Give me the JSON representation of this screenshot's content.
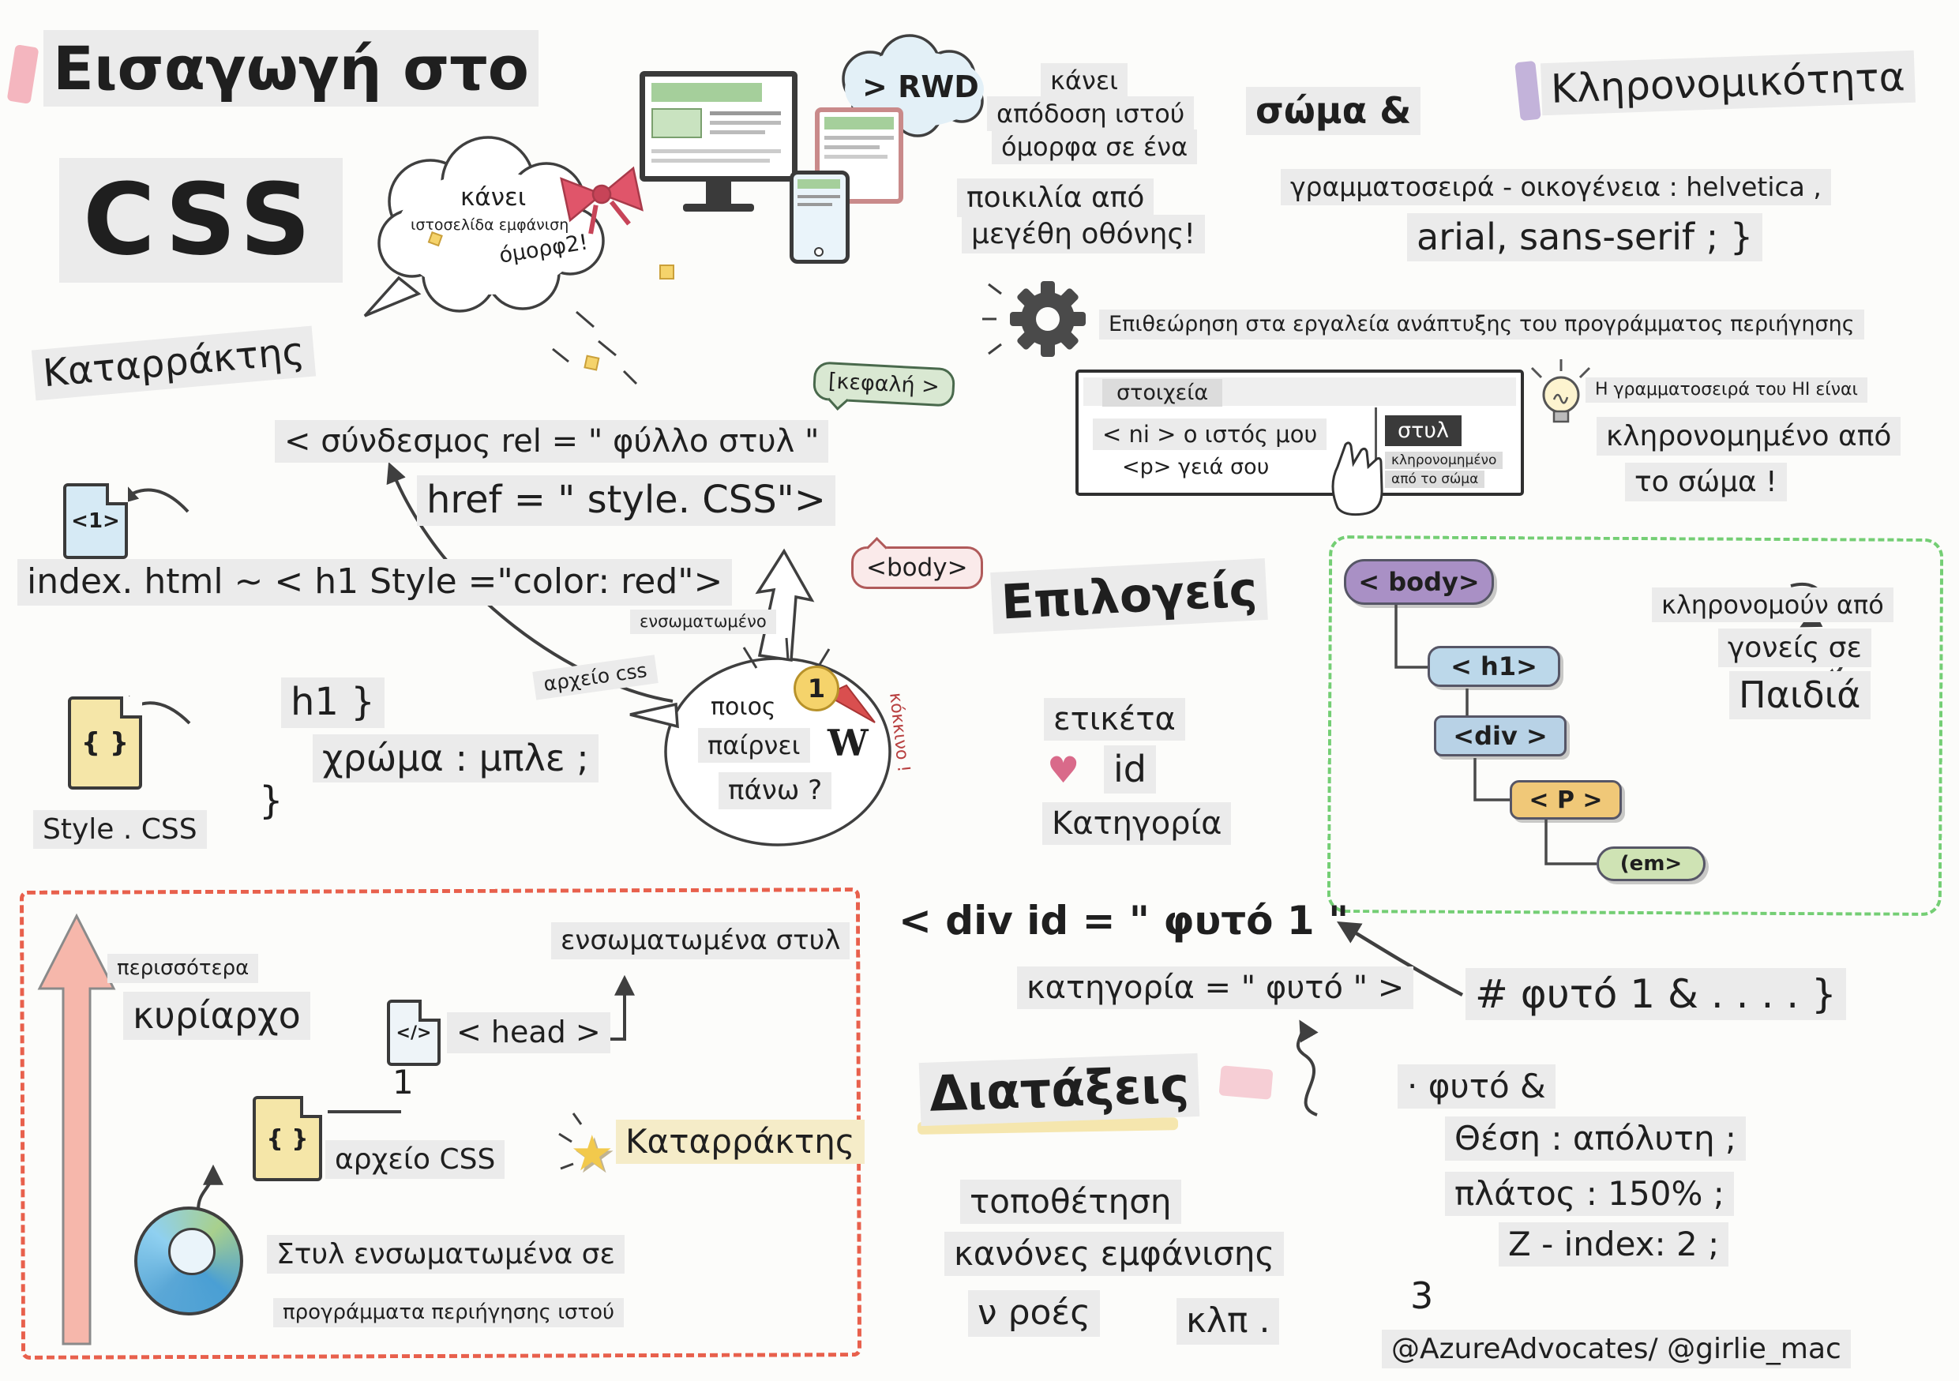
{
  "palette": {
    "highlight": "#ebebeb",
    "green_dashed": "#74ce74",
    "red_dashed": "#e8604c",
    "node_body": "#a990c5",
    "node_blue": "#bcd8ea",
    "node_yellow": "#f0c878",
    "node_green": "#cfe3b4",
    "salmon_arrow": "#f6b7ab",
    "bow_red": "#e0556a",
    "file_yellow": "#f5e6a8",
    "file_blue": "#d6eaf5"
  },
  "header": {
    "title1": "Εισαγωγή στο",
    "title2": "CSS"
  },
  "pretty": {
    "l1": "κάνει",
    "l2": "ιστοσελίδα εμφάνιση",
    "l3": "όμορφ2!"
  },
  "rwd": {
    "label": "> RWD",
    "d1": "κάνει",
    "d2": "απόδοση ιστού",
    "d3": "όμορφα σε ένα",
    "d4": "ποικιλία από",
    "d5": "μεγέθη οθόνης!"
  },
  "inherit": {
    "title": "Κληρονομικότητα",
    "body_amp": "σώμα &",
    "line1": "γραμματοσειρά - οικογένεια : helvetica ,",
    "line2": "arial, sans-serif ; }"
  },
  "devtools": {
    "caption": "Επιθεώρηση στα εργαλεία ανάπτυξης του προγράμματος περιήγησης",
    "tab": "στοιχεία",
    "row1": "< ni > ο ιστός μου",
    "row2": "<p> γειά σου",
    "styles_tab": "στυλ",
    "note1": "κληρονομημένο",
    "note2": "από το σώμα",
    "bulb": "Η γραμματοσειρά του HI είναι",
    "inh1": "κληρονομημένο από",
    "inh2": "το σώμα !"
  },
  "cascade": {
    "title": "Καταρράκτης",
    "link1": "< σύνδεσμος rel = \" φύλλο στυλ \"",
    "link2": "href = \" style. CSS\">",
    "file1": "<1>",
    "index_line": "index. html ~ < h1 Style =\"color: red\">",
    "head_bubble": "[κεφαλή >",
    "body_bubble": "<body>",
    "inline_lbl": "ενσωματωμένο",
    "file_css": "αρχείο css",
    "who1": "ποιος",
    "who2": "παίρνει",
    "who3": "πάνω ?",
    "w": "W",
    "medal": "1",
    "red_note": "κόκκινο !"
  },
  "sheet": {
    "h1": "h1 }",
    "rule": "χρώμα : μπλε ;",
    "close": "}",
    "icon": "{ }",
    "name": "Style . CSS"
  },
  "selectors": {
    "title": "Επιλογείς",
    "tag": "ετικέτα",
    "id": "id",
    "klass": "Κατηγορία"
  },
  "tree": {
    "body": "< body>",
    "h1": "< h1>",
    "div": "<div >",
    "p": "< P >",
    "em": "(em>",
    "n1": "κληρονομούν από",
    "n2": "γονείς σε",
    "n3": "Παιδιά"
  },
  "plant": {
    "line1": "< div id = \" φυτό 1 \"",
    "line2": "κατηγορία = \" φυτό \" >",
    "selector": "# φυτό 1 & . . . . }"
  },
  "priority": {
    "more": "περισσότερα",
    "dominant": "κυρίαρχο",
    "inline": "ενσωματωμένα στυλ",
    "head": "< head >",
    "one": "1",
    "file_code": "</>",
    "file_braces": "{ }",
    "css_file": "αρχείο CSS",
    "cascade": "Καταρράκτης",
    "b1": "Στυλ ενσωματωμένα σε",
    "b2": "προγράμματα περιήγησης ιστού"
  },
  "layouts": {
    "title": "Διατάξεις",
    "i1": "τοποθέτηση",
    "i2": "κανόνες εμφάνισης",
    "i3": "ν ροές",
    "i4": "κλπ ."
  },
  "rules": {
    "l1": "· φυτό &",
    "l2": "Θέση : απόλυτη ;",
    "l3": "πλάτος : 150% ;",
    "l4": "Z - index: 2 ;",
    "l5": "3"
  },
  "footer": {
    "credit": "@AzureAdvocates/ @girlie_mac"
  }
}
